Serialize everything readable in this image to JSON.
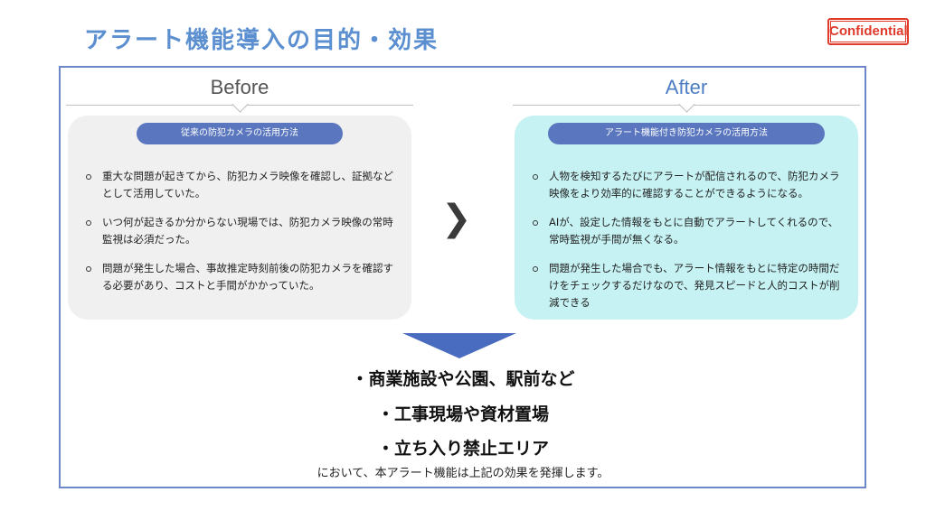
{
  "title": "アラート機能導入の目的・効果",
  "stamp": "Confidential",
  "before": {
    "heading": "Before",
    "pill": "従来の防犯カメラの活用方法",
    "items": [
      "重大な問題が起きてから、防犯カメラ映像を確認し、証拠などとして活用していた。",
      "いつ何が起きるか分からない現場では、防犯カメラ映像の常時監視は必須だった。",
      "問題が発生した場合、事故推定時刻前後の防犯カメラを確認する必要があり、コストと手間がかかっていた。"
    ]
  },
  "after": {
    "heading": "After",
    "pill": "アラート機能付き防犯カメラの活用方法",
    "items": [
      "人物を検知するたびにアラートが配信されるので、防犯カメラ映像をより効率的に確認することができるようになる。",
      "AIが、設定した情報をもとに自動でアラートしてくれるので、常時監視が手間が無くなる。",
      "問題が発生した場合でも、アラート情報をもとに特定の時間だけをチェックするだけなので、発見スピードと人的コストが削減できる"
    ]
  },
  "arrow_glyph": "❯",
  "places": [
    "・商業施設や公園、駅前など",
    "・工事現場や資材置場",
    "・立ち入り禁止エリア"
  ],
  "footer": "において、本アラート機能は上記の効果を発揮します。",
  "colors": {
    "title": "#5b8fd0",
    "frame": "#6d87c8",
    "pill": "#5a76be",
    "before_panel": "#f0f0f0",
    "after_panel": "#c6f2f3",
    "arrow": "#4a6cc0",
    "stamp": "#e03a2a"
  }
}
